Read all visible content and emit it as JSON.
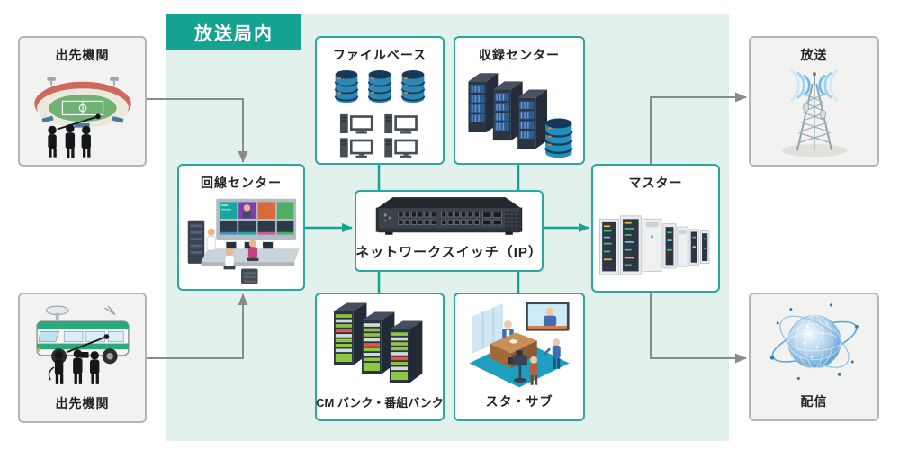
{
  "panel": {
    "title": "放送局内"
  },
  "nodes": {
    "field_office_top": {
      "label": "出先機関",
      "icon": "stadium-icon"
    },
    "field_office_bottom": {
      "label": "出先機関",
      "icon": "relay-van-icon"
    },
    "line_center": {
      "label": "回線センター",
      "icon": "control-room-icon"
    },
    "file_base": {
      "label": "ファイルベース",
      "icon": "database-computers-icon"
    },
    "recording_center": {
      "label": "収録センター",
      "icon": "server-racks-db-icon"
    },
    "network_switch": {
      "label": "ネットワークスイッチ（IP）",
      "icon": "network-switch-icon"
    },
    "cm_bank": {
      "label": "CM バンク・番組バンク",
      "icon": "bank-racks-icon"
    },
    "studio_sub": {
      "label": "スタ・サブ",
      "icon": "tv-studio-icon"
    },
    "master": {
      "label": "マスター",
      "icon": "master-racks-icon"
    },
    "broadcast": {
      "label": "放送",
      "icon": "antenna-tower-icon"
    },
    "distribution": {
      "label": "配信",
      "icon": "globe-network-icon"
    }
  },
  "connections": [
    {
      "from": "field_office_top",
      "to": "line_center",
      "style": "gray",
      "arrow": true
    },
    {
      "from": "field_office_bottom",
      "to": "line_center",
      "style": "gray",
      "arrow": true
    },
    {
      "from": "line_center",
      "to": "network_switch",
      "style": "teal",
      "arrow": true
    },
    {
      "from": "file_base",
      "to": "network_switch",
      "style": "teal",
      "arrow": false
    },
    {
      "from": "recording_center",
      "to": "network_switch",
      "style": "teal",
      "arrow": false
    },
    {
      "from": "network_switch",
      "to": "cm_bank",
      "style": "teal",
      "arrow": false
    },
    {
      "from": "network_switch",
      "to": "studio_sub",
      "style": "teal",
      "arrow": false
    },
    {
      "from": "network_switch",
      "to": "master",
      "style": "teal",
      "arrow": true
    },
    {
      "from": "master",
      "to": "broadcast",
      "style": "gray",
      "arrow": true
    },
    {
      "from": "master",
      "to": "distribution",
      "style": "gray",
      "arrow": true
    }
  ],
  "colors": {
    "accent_teal": "#14a390",
    "teal_border": "#2aa8a0",
    "panel_mint": "#e3f1ed",
    "gray_box_bg": "#f2f2f1",
    "gray_border": "#b5b5b5",
    "arrow_gray": "#8a8a8a",
    "label_text": "#222222"
  }
}
